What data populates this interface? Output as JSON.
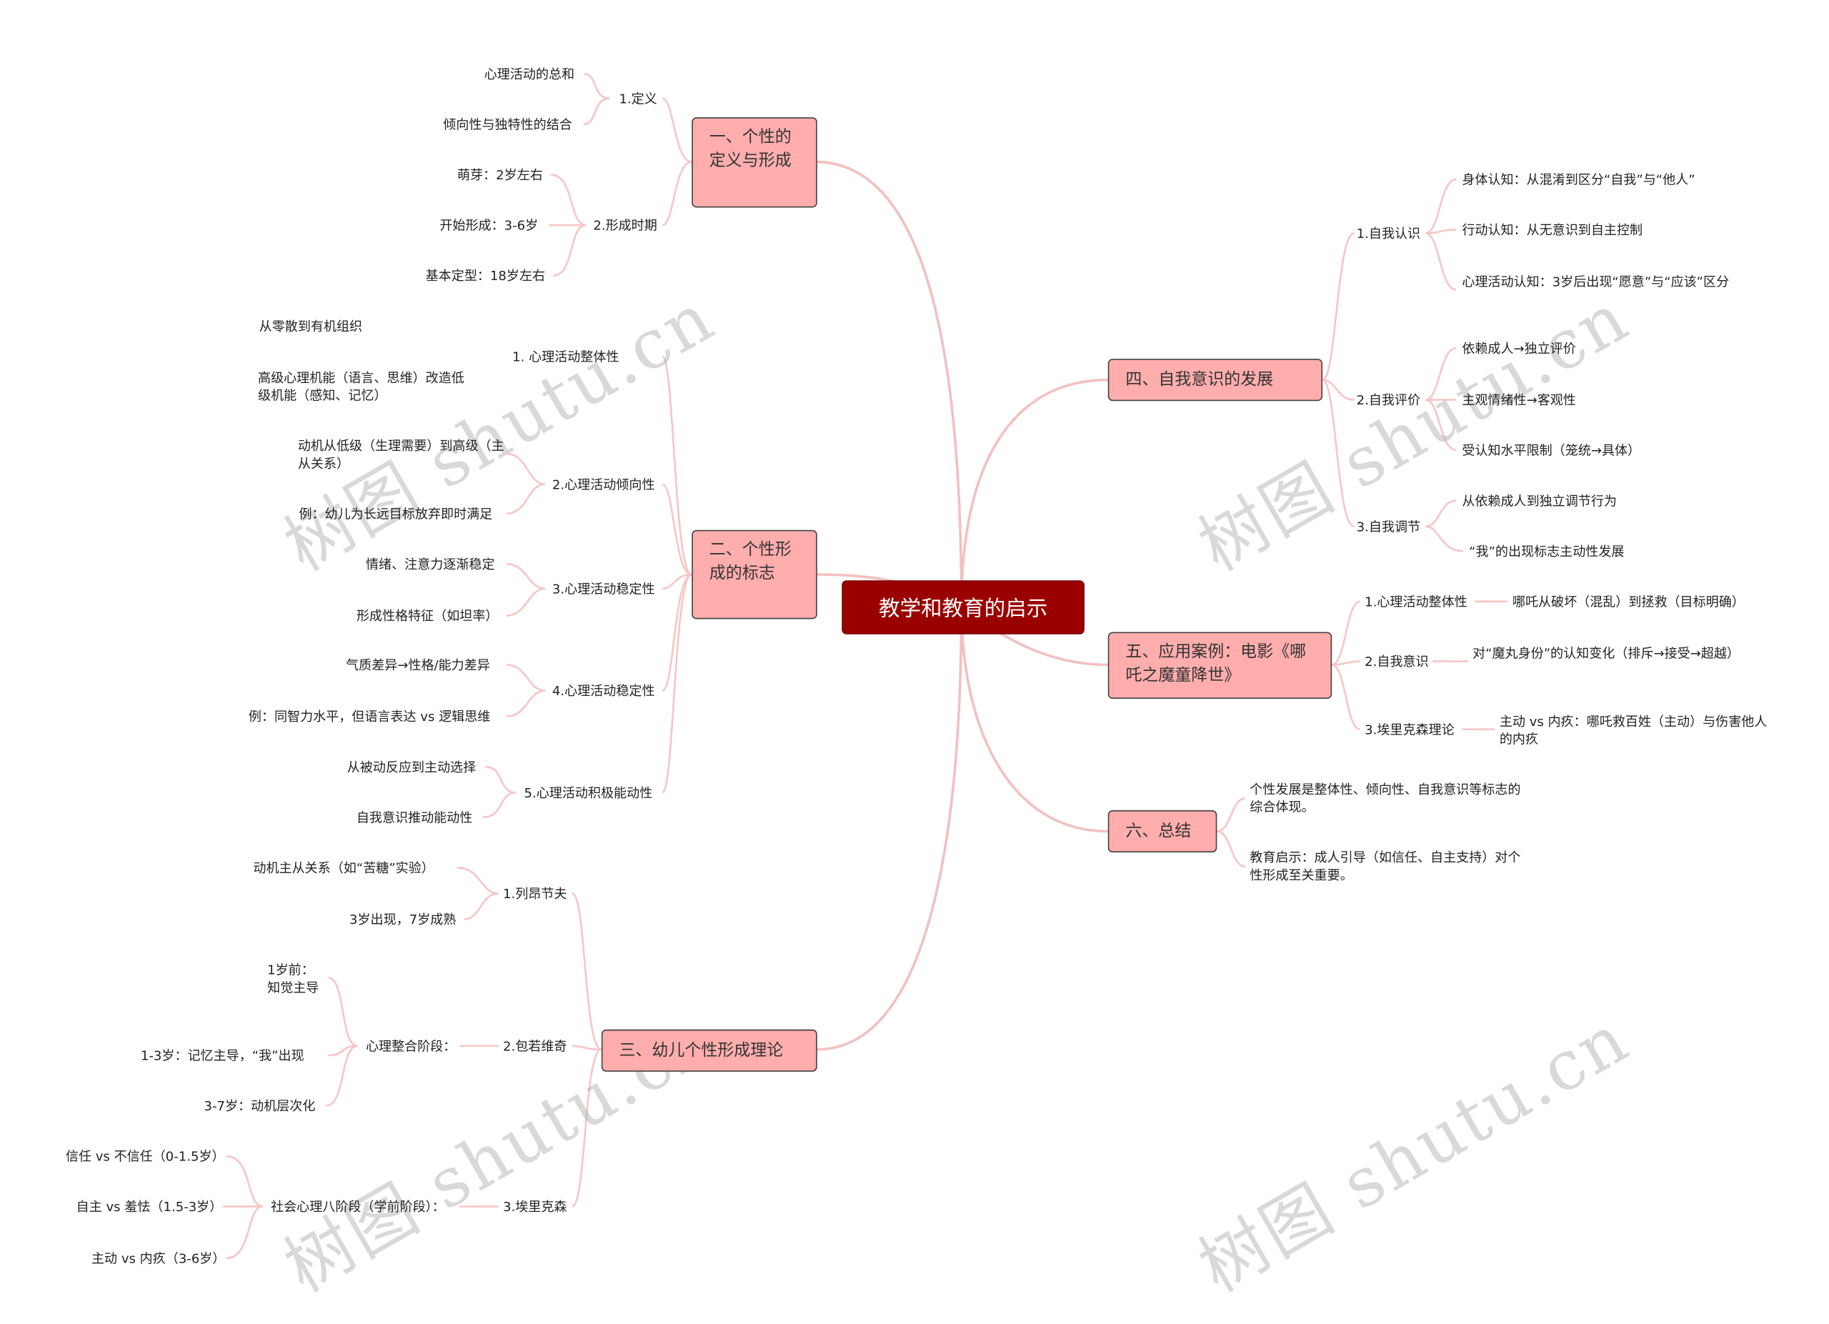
{
  "root": "教学和教育的启示",
  "branches": {
    "b1": "一、个性的定义与形成",
    "b2": "二、个性形成的标志",
    "b3": "三、幼儿个性形成理论",
    "b4": "四、自我意识的发展",
    "b5": "五、应用案例：电影《哪吒之魔童降世》",
    "b6": "六、总结"
  },
  "nodes": {
    "b1_1": "1.定义",
    "b1_1_1": "心理活动的总和",
    "b1_1_2": "倾向性与独特性的结合",
    "b1_2": "2.形成时期",
    "b1_2_1": "萌芽：2岁左右",
    "b1_2_2": "开始形成：3-6岁",
    "b1_2_3": "基本定型：18岁左右",
    "b2_1": "1. 心理活动整体性",
    "b2_1_1": "从零散到有机组织",
    "b2_1_2": "高级心理机能（语言、思维）改造低级机能（感知、记忆）",
    "b2_2": "2.心理活动倾向性",
    "b2_2_1": "动机从低级（生理需要）到高级（主从关系）",
    "b2_2_2": "例：幼儿为长远目标放弃即时满足",
    "b2_3": "3.心理活动稳定性",
    "b2_3_1": "情绪、注意力逐渐稳定",
    "b2_3_2": "形成性格特征（如坦率）",
    "b2_4": "4.心理活动稳定性",
    "b2_4_1": "气质差异→性格/能力差异",
    "b2_4_2": "例：同智力水平，但语言表达 vs 逻辑思维",
    "b2_5": "5.心理活动积极能动性",
    "b2_5_1": "从被动反应到主动选择",
    "b2_5_2": "自我意识推动能动性",
    "b3_1": "1.列昂节夫",
    "b3_1_1": "动机主从关系（如“苦糖”实验）",
    "b3_1_2": "3岁出现，7岁成熟",
    "b3_2": "2.包若维奇",
    "b3_2_a": "心理整合阶段：",
    "b3_2_a1": "1岁前：知觉主导",
    "b3_2_a2": "1-3岁：记忆主导，“我”出现",
    "b3_2_a3": "3-7岁：动机层次化",
    "b3_3": "3.埃里克森",
    "b3_3_a": "社会心理八阶段（学前阶段）：",
    "b3_3_a1": "信任 vs 不信任（0-1.5岁）",
    "b3_3_a2": "自主 vs 羞怯（1.5-3岁）",
    "b3_3_a3": "主动 vs 内疚（3-6岁）",
    "b4_1": "1.自我认识",
    "b4_1_1": "身体认知：从混淆到区分“自我”与“他人”",
    "b4_1_2": "行动认知：从无意识到自主控制",
    "b4_1_3": "心理活动认知：3岁后出现“愿意”与“应该”区分",
    "b4_2": "2.自我评价",
    "b4_2_1": "依赖成人→独立评价",
    "b4_2_2": "主观情绪性→客观性",
    "b4_2_3": "受认知水平限制（笼统→具体）",
    "b4_3": "3.自我调节",
    "b4_3_1": "从依赖成人到独立调节行为",
    "b4_3_2": "“我”的出现标志主动性发展",
    "b5_1": "1.心理活动整体性",
    "b5_1_1": "哪吒从破坏（混乱）到拯救（目标明确）",
    "b5_2": "2.自我意识",
    "b5_2_1": "对“魔丸身份”的认知变化（排斥→接受→超越）",
    "b5_3": "3.埃里克森理论",
    "b5_3_1": "主动 vs 内疚：哪吒救百姓（主动）与伤害他人的内疚",
    "b6_1": "个性发展是整体性、倾向性、自我意识等标志的综合体现。",
    "b6_2": "教育启示：成人引导（如信任、自主支持）对个性形成至关重要。"
  },
  "watermark": "树图 shutu.cn",
  "colors": {
    "root": "#9b0000",
    "branch": "#ffadad",
    "line": "#f6c6c6"
  }
}
